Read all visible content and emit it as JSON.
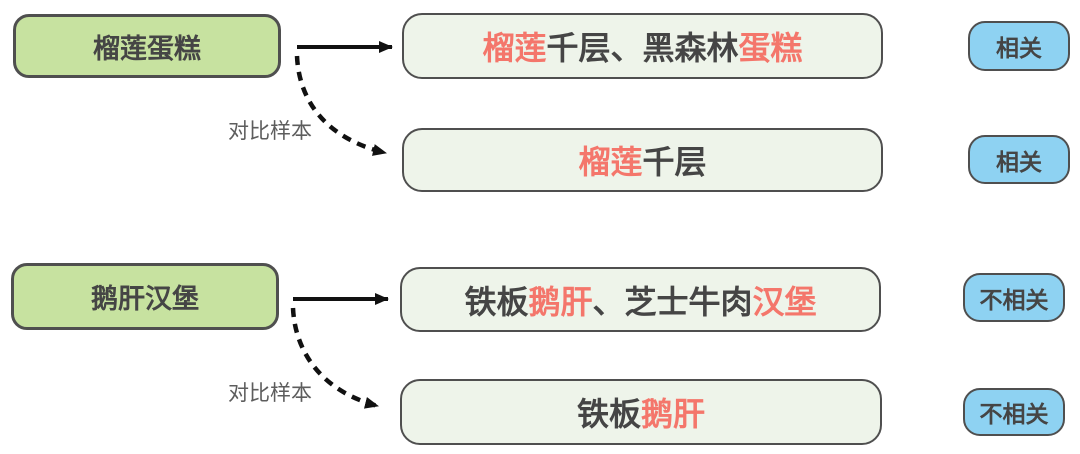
{
  "colors": {
    "anchor_fill": "#c7e2a0",
    "recall_fill": "#eef4ea",
    "badge_fill": "#8ed2f2",
    "border": "#4f4f4f",
    "text": "#454545",
    "highlight": "#f4766b",
    "label": "#5d5d5d",
    "arrow": "#111111"
  },
  "groups": [
    {
      "anchor": "榴莲蛋糕",
      "edge_label": "对比样本",
      "items": [
        {
          "segments": [
            {
              "text": "榴莲",
              "highlight": true
            },
            {
              "text": "千层、黑森林",
              "highlight": false
            },
            {
              "text": "蛋糕",
              "highlight": true
            }
          ],
          "badge": "相关"
        },
        {
          "segments": [
            {
              "text": "榴莲",
              "highlight": true
            },
            {
              "text": "千层",
              "highlight": false
            }
          ],
          "badge": "相关"
        }
      ]
    },
    {
      "anchor": "鹅肝汉堡",
      "edge_label": "对比样本",
      "items": [
        {
          "segments": [
            {
              "text": "铁板",
              "highlight": false
            },
            {
              "text": "鹅肝",
              "highlight": true
            },
            {
              "text": "、芝士牛肉",
              "highlight": false
            },
            {
              "text": "汉堡",
              "highlight": true
            }
          ],
          "badge": "不相关"
        },
        {
          "segments": [
            {
              "text": "铁板",
              "highlight": false
            },
            {
              "text": "鹅肝",
              "highlight": true
            }
          ],
          "badge": "不相关"
        }
      ]
    }
  ]
}
